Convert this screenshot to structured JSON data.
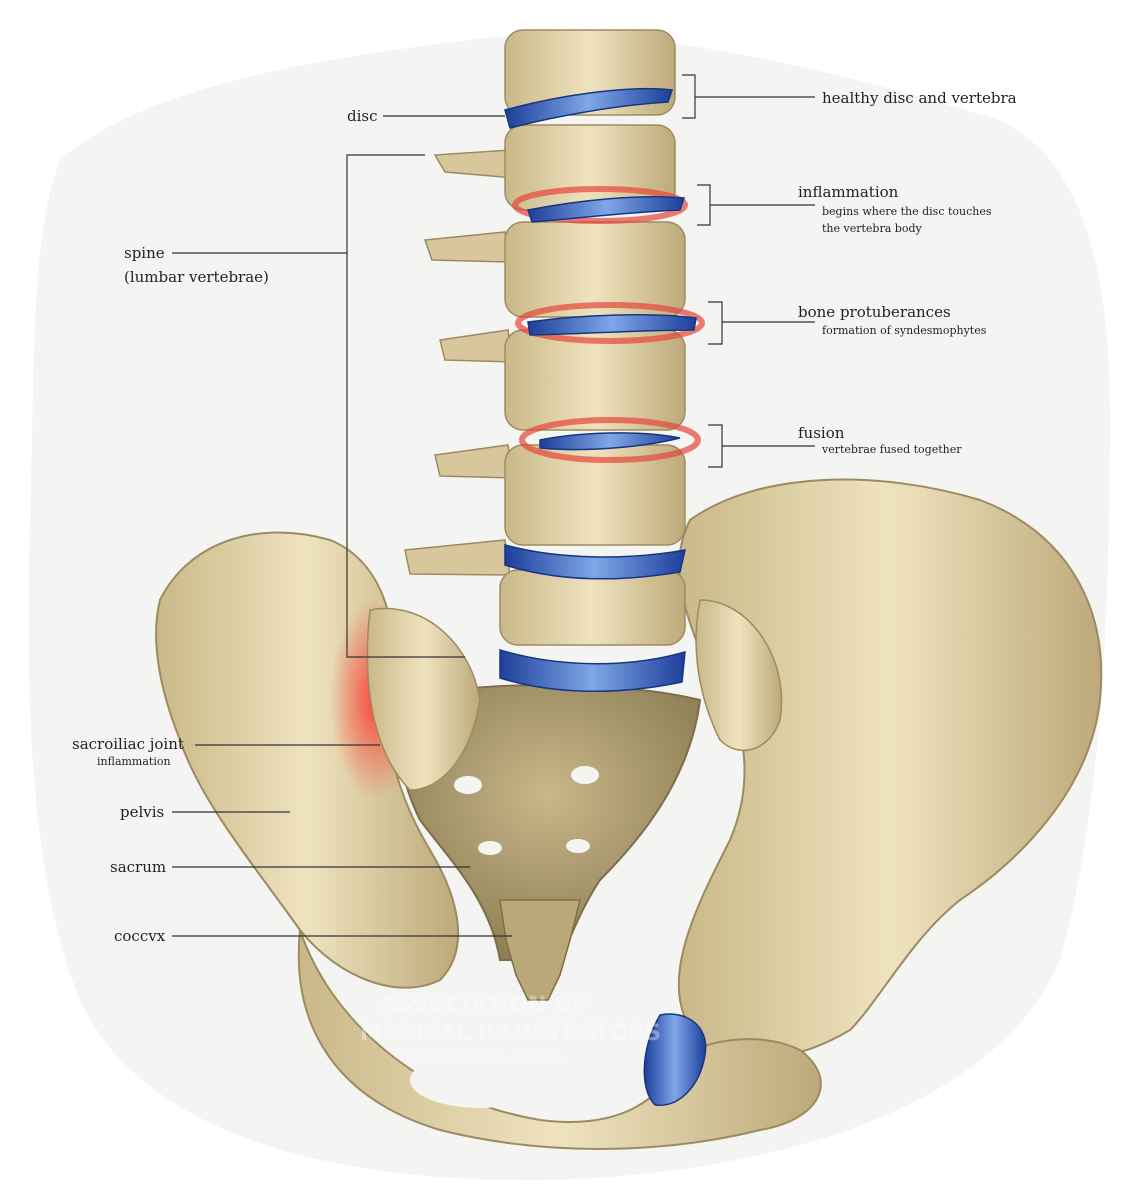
{
  "labels": {
    "disc": "disc",
    "healthy": "healthy disc and vertebra",
    "inflammation": "inflammation",
    "inflammation_sub1": "begins where the disc touches",
    "inflammation_sub2": "the vertebra body",
    "bone": "bone protuberances",
    "bone_sub": "formation of syndesmophytes",
    "fusion": "fusion",
    "fusion_sub": "vertebrae fused together",
    "spine": "spine",
    "spine_sub": "(lumbar vertebrae)",
    "sacroiliac": "sacroiliac joint",
    "sacroiliac_sub": "inflammation",
    "pelvis": "pelvis",
    "sacrum": "sacrum",
    "coccyx": "coccvx"
  },
  "watermark": {
    "line1": "ASSOCIATION OF",
    "line2": "MEDICAL ILLUSTRATORS",
    "line3": "illuminating the science"
  },
  "colors": {
    "bone": "#e6d7ad",
    "bone_shadow": "#b9a77a",
    "disc": "#2f5fc4",
    "inflammation": "#e5463b"
  }
}
